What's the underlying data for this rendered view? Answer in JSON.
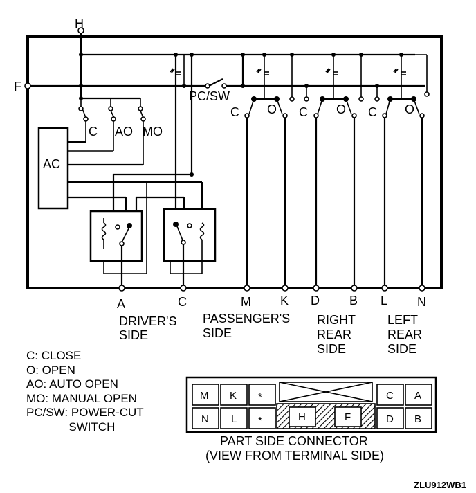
{
  "power_labels": {
    "h": "H",
    "f": "F"
  },
  "switch_labels": {
    "c": "C",
    "ao": "AO",
    "mo": "MO",
    "pcsw": "PC/SW"
  },
  "unit_labels": {
    "ac": "AC"
  },
  "circuit_labels": {
    "passenger": {
      "c": "C",
      "o": "O"
    },
    "right_rear": {
      "c": "C",
      "o": "O"
    },
    "left_rear": {
      "c": "C",
      "o": "O"
    }
  },
  "terminals": [
    "A",
    "C",
    "M",
    "K",
    "D",
    "B",
    "L",
    "N"
  ],
  "groups": {
    "driver": [
      "DRIVER'S",
      "SIDE"
    ],
    "passenger": [
      "PASSENGER'S",
      "SIDE"
    ],
    "right_rear": [
      "RIGHT",
      "REAR",
      "SIDE"
    ],
    "left_rear": [
      "LEFT",
      "REAR",
      "SIDE"
    ]
  },
  "legend": [
    "C: CLOSE",
    "O: OPEN",
    "AO: AUTO OPEN",
    "MO: MANUAL OPEN",
    "PC/SW: POWER-CUT",
    "             SWITCH"
  ],
  "connector": {
    "top_left": [
      "M",
      "K",
      "*"
    ],
    "bottom_left": [
      "N",
      "L",
      "*"
    ],
    "center": [
      "H",
      "F"
    ],
    "top_right": [
      "C",
      "A"
    ],
    "bottom_right": [
      "D",
      "B"
    ],
    "title": [
      "PART SIDE CONNECTOR",
      "(VIEW FROM TERMINAL SIDE)"
    ]
  },
  "figure_code": "ZLU912WB1"
}
